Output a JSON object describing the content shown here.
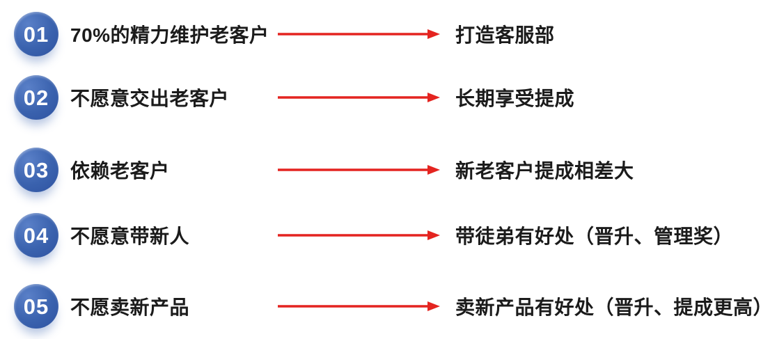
{
  "colors": {
    "badge_blue": "#3a62ae",
    "badge_blue_light": "#5a80c8",
    "badge_blue_dark": "#2e52a0",
    "arrow_red": "#e42420",
    "text_dark": "#1b1b1b"
  },
  "rows": [
    {
      "number": "01",
      "cause": "70%的精力维护老客户",
      "solution": "打造客服部"
    },
    {
      "number": "02",
      "cause": "不愿意交出老客户",
      "solution": "长期享受提成"
    },
    {
      "number": "03",
      "cause": "依赖老客户",
      "solution": "新老客户提成相差大"
    },
    {
      "number": "04",
      "cause": "不愿意带新人",
      "solution": "带徒弟有好处（晋升、管理奖）"
    },
    {
      "number": "05",
      "cause": "不愿卖新产品",
      "solution": "卖新产品有好处（晋升、提成更高）"
    }
  ]
}
